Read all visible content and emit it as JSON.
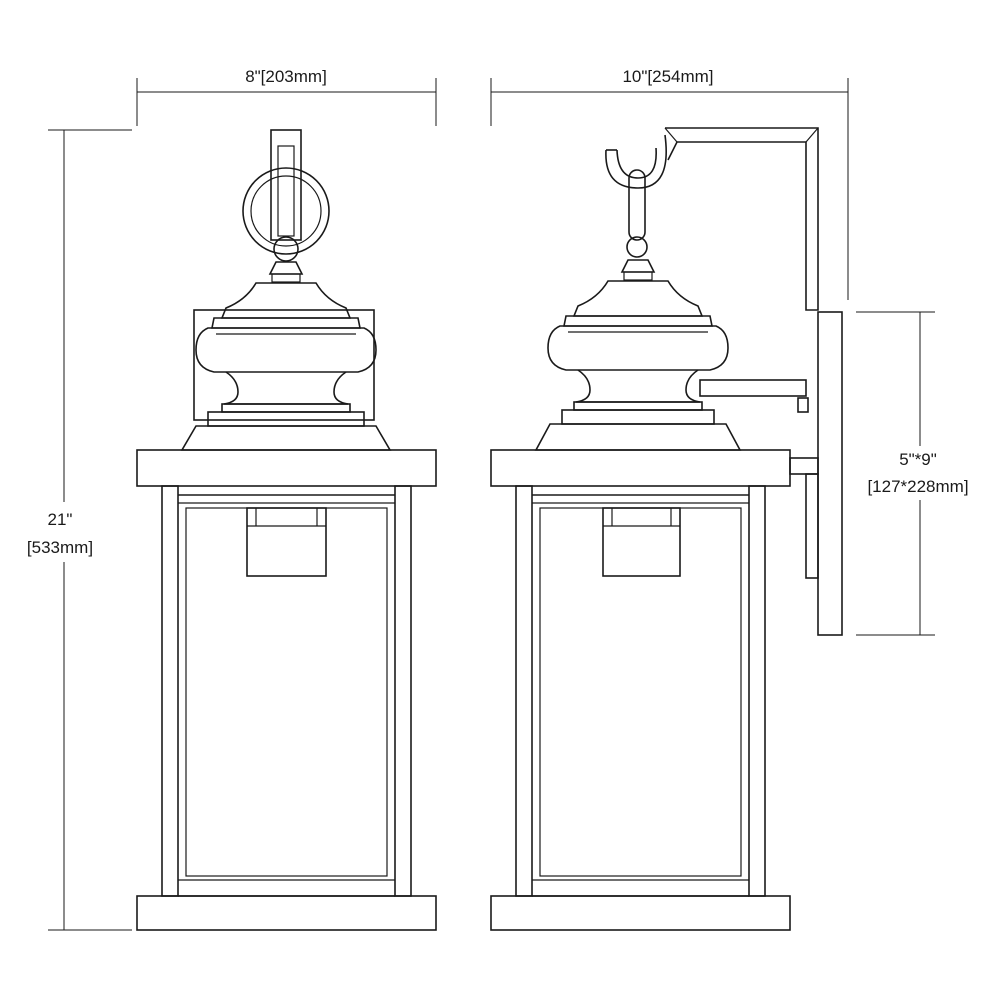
{
  "dimensions": {
    "width_front": "8\"[203mm]",
    "width_side": "10\"[254mm]",
    "height_in": "21\"",
    "height_mm": "[533mm]",
    "backplate_in": "5\"*9\"",
    "backplate_mm": "[127*228mm]"
  },
  "colors": {
    "line": "#1a1a1a",
    "background": "#ffffff"
  }
}
